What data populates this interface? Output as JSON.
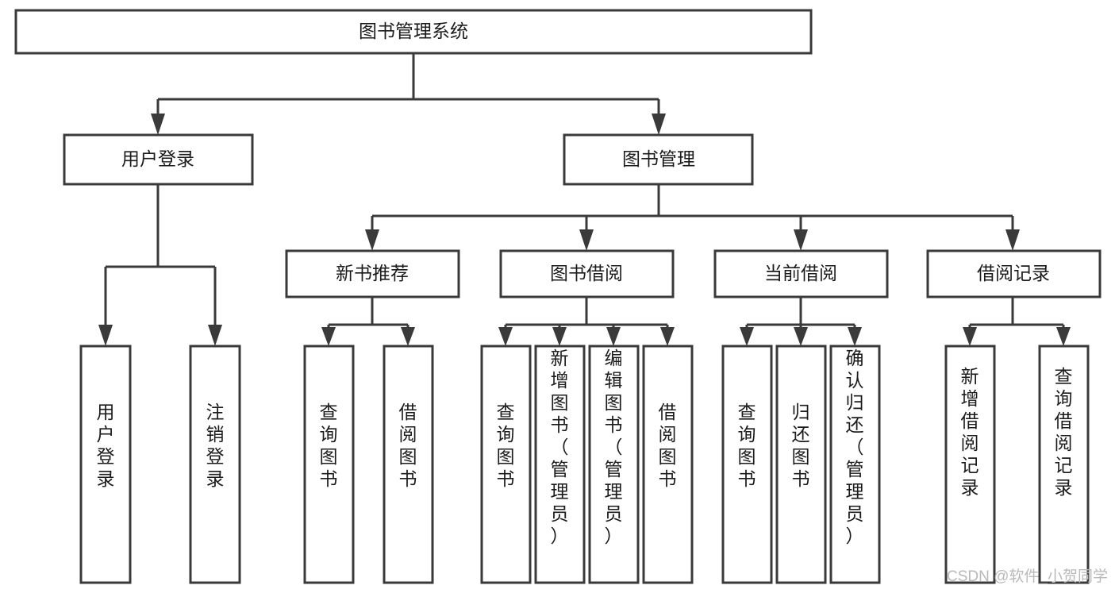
{
  "diagram": {
    "title": "图书管理系统",
    "type": "tree",
    "watermark": "CSDN @软件_小贺同学",
    "colors": {
      "box_stroke": "#3a3a3a",
      "box_fill": "#ffffff",
      "text": "#1b1b1b",
      "connector": "#3a3a3a",
      "watermark": "#b9b9b9",
      "background": "#ffffff"
    },
    "levels": {
      "root": {
        "label": "图书管理系统"
      },
      "level2": [
        {
          "id": "user-login",
          "label": "用户登录"
        },
        {
          "id": "book-management",
          "label": "图书管理"
        }
      ],
      "level3": [
        {
          "id": "new-book-recommend",
          "label": "新书推荐",
          "parent": "book-management"
        },
        {
          "id": "book-borrow",
          "label": "图书借阅",
          "parent": "book-management"
        },
        {
          "id": "current-borrow",
          "label": "当前借阅",
          "parent": "book-management"
        },
        {
          "id": "borrow-record",
          "label": "借阅记录",
          "parent": "book-management"
        }
      ],
      "leaves": [
        {
          "id": "leaf-user-login",
          "label": "用户登录",
          "parent": "user-login"
        },
        {
          "id": "leaf-logout-login",
          "label": "注销登录",
          "parent": "user-login"
        },
        {
          "id": "leaf-query-book-1",
          "label": "查询图书",
          "parent": "new-book-recommend"
        },
        {
          "id": "leaf-borrow-book-1",
          "label": "借阅图书",
          "parent": "new-book-recommend"
        },
        {
          "id": "leaf-query-book-2",
          "label": "查询图书",
          "parent": "book-borrow"
        },
        {
          "id": "leaf-add-book",
          "label": "新增图书（管理员）",
          "parent": "book-borrow"
        },
        {
          "id": "leaf-edit-book",
          "label": "编辑图书（管理员）",
          "parent": "book-borrow"
        },
        {
          "id": "leaf-borrow-book-2",
          "label": "借阅图书",
          "parent": "book-borrow"
        },
        {
          "id": "leaf-query-book-3",
          "label": "查询图书",
          "parent": "current-borrow"
        },
        {
          "id": "leaf-return-book",
          "label": "归还图书",
          "parent": "current-borrow"
        },
        {
          "id": "leaf-confirm-return",
          "label": "确认归还（管理员）",
          "parent": "current-borrow"
        },
        {
          "id": "leaf-add-record",
          "label": "新增借阅记录",
          "parent": "borrow-record"
        },
        {
          "id": "leaf-query-record",
          "label": "查询借阅记录",
          "parent": "borrow-record"
        }
      ]
    }
  }
}
